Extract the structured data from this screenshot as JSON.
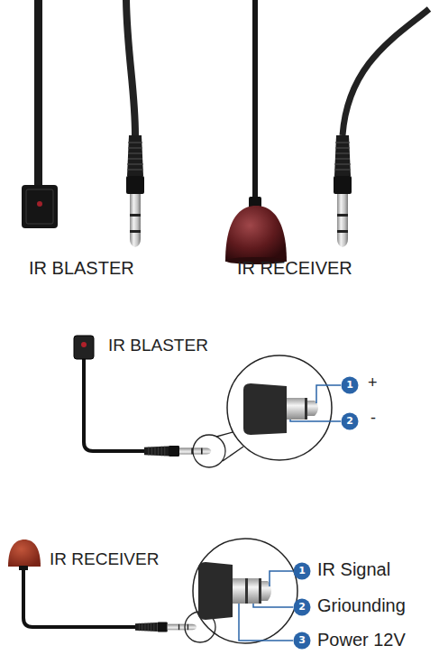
{
  "diagram": {
    "nodes": [
      {
        "text": [
          "1"
        ]
      },
      {
        "text": [
          "2"
        ]
      },
      {
        "text": [
          "1"
        ]
      },
      {
        "text": [
          "2"
        ]
      },
      {
        "text": [
          "3"
        ]
      }
    ],
    "labels": [
      "IR BLASTER",
      "IR RECEIVER",
      "IR BLASTER",
      "+",
      "-",
      "IR RECEIVER",
      "IR Signal",
      "Griounding",
      "Power 12V"
    ]
  }
}
